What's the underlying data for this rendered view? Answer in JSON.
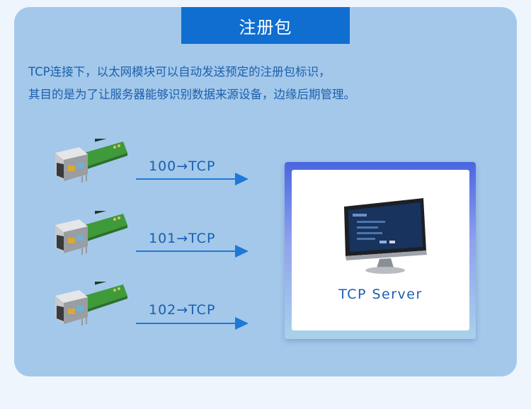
{
  "title": "注册包",
  "description": {
    "line1": "TCP连接下，以太网模块可以自动发送预定的注册包标识，",
    "line2": "其目的是为了让服务器能够识别数据来源设备，边缘后期管理。"
  },
  "flows": [
    {
      "label": "100→TCP"
    },
    {
      "label": "101→TCP"
    },
    {
      "label": "102→TCP"
    }
  ],
  "server": {
    "label": "TCP Server"
  },
  "colors": {
    "accent": "#0f6ed0",
    "panel": "#a3c8ea",
    "text": "#1b5fae"
  },
  "icons": {
    "module": "ethernet-module-icon",
    "arrow": "right-arrow-icon",
    "monitor": "monitor-icon"
  }
}
